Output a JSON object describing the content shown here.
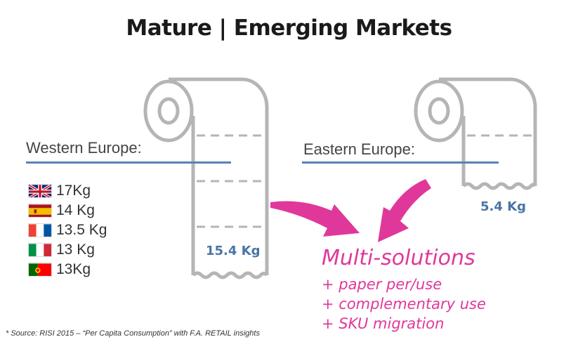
{
  "title": "Mature | Emerging Markets",
  "western": {
    "label": "Western Europe:",
    "total": "15.4 Kg",
    "countries": [
      {
        "flag": "uk-flag-icon",
        "value": "17Kg"
      },
      {
        "flag": "spain-flag-icon",
        "value": "14 Kg"
      },
      {
        "flag": "france-flag-icon",
        "value": "13.5 Kg"
      },
      {
        "flag": "italy-flag-icon",
        "value": "13 Kg"
      },
      {
        "flag": "portugal-flag-icon",
        "value": "13Kg"
      }
    ]
  },
  "eastern": {
    "label": "Eastern Europe:",
    "total": "5.4 Kg"
  },
  "solutions": {
    "title": "Multi-solutions",
    "items": [
      "+ paper per/use",
      "+ complementary use",
      "+ SKU migration"
    ]
  },
  "footnote": "* Source: RISI 2015 – “Per Capita Consumption” with F.A. RETAIL insights",
  "colors": {
    "accent": "#e0389a",
    "line": "#5a82b0",
    "roll": "#b5b5b5"
  }
}
